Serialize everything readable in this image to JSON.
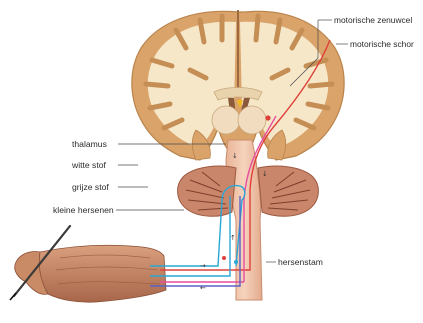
{
  "labels": {
    "motor_neuron": "motorische zenuwcel",
    "motor_cortex": "motorische schor",
    "thalamus": "thalamus",
    "white_matter": "witte stof",
    "gray_matter": "grijze stof",
    "cerebellum": "kleine hersenen",
    "brainstem": "hersenstam"
  },
  "colors": {
    "cortex_gray": "#d9a36a",
    "white_matter": "#f6e7c9",
    "cerebellum": "#c9866a",
    "brainstem": "#efc3a8",
    "pathway_red": "#e0403a",
    "pathway_pink": "#e64fa0",
    "pathway_blue": "#2aa7d6",
    "pathway_purple": "#5a62c8",
    "arm_skin": "#c98a66"
  }
}
